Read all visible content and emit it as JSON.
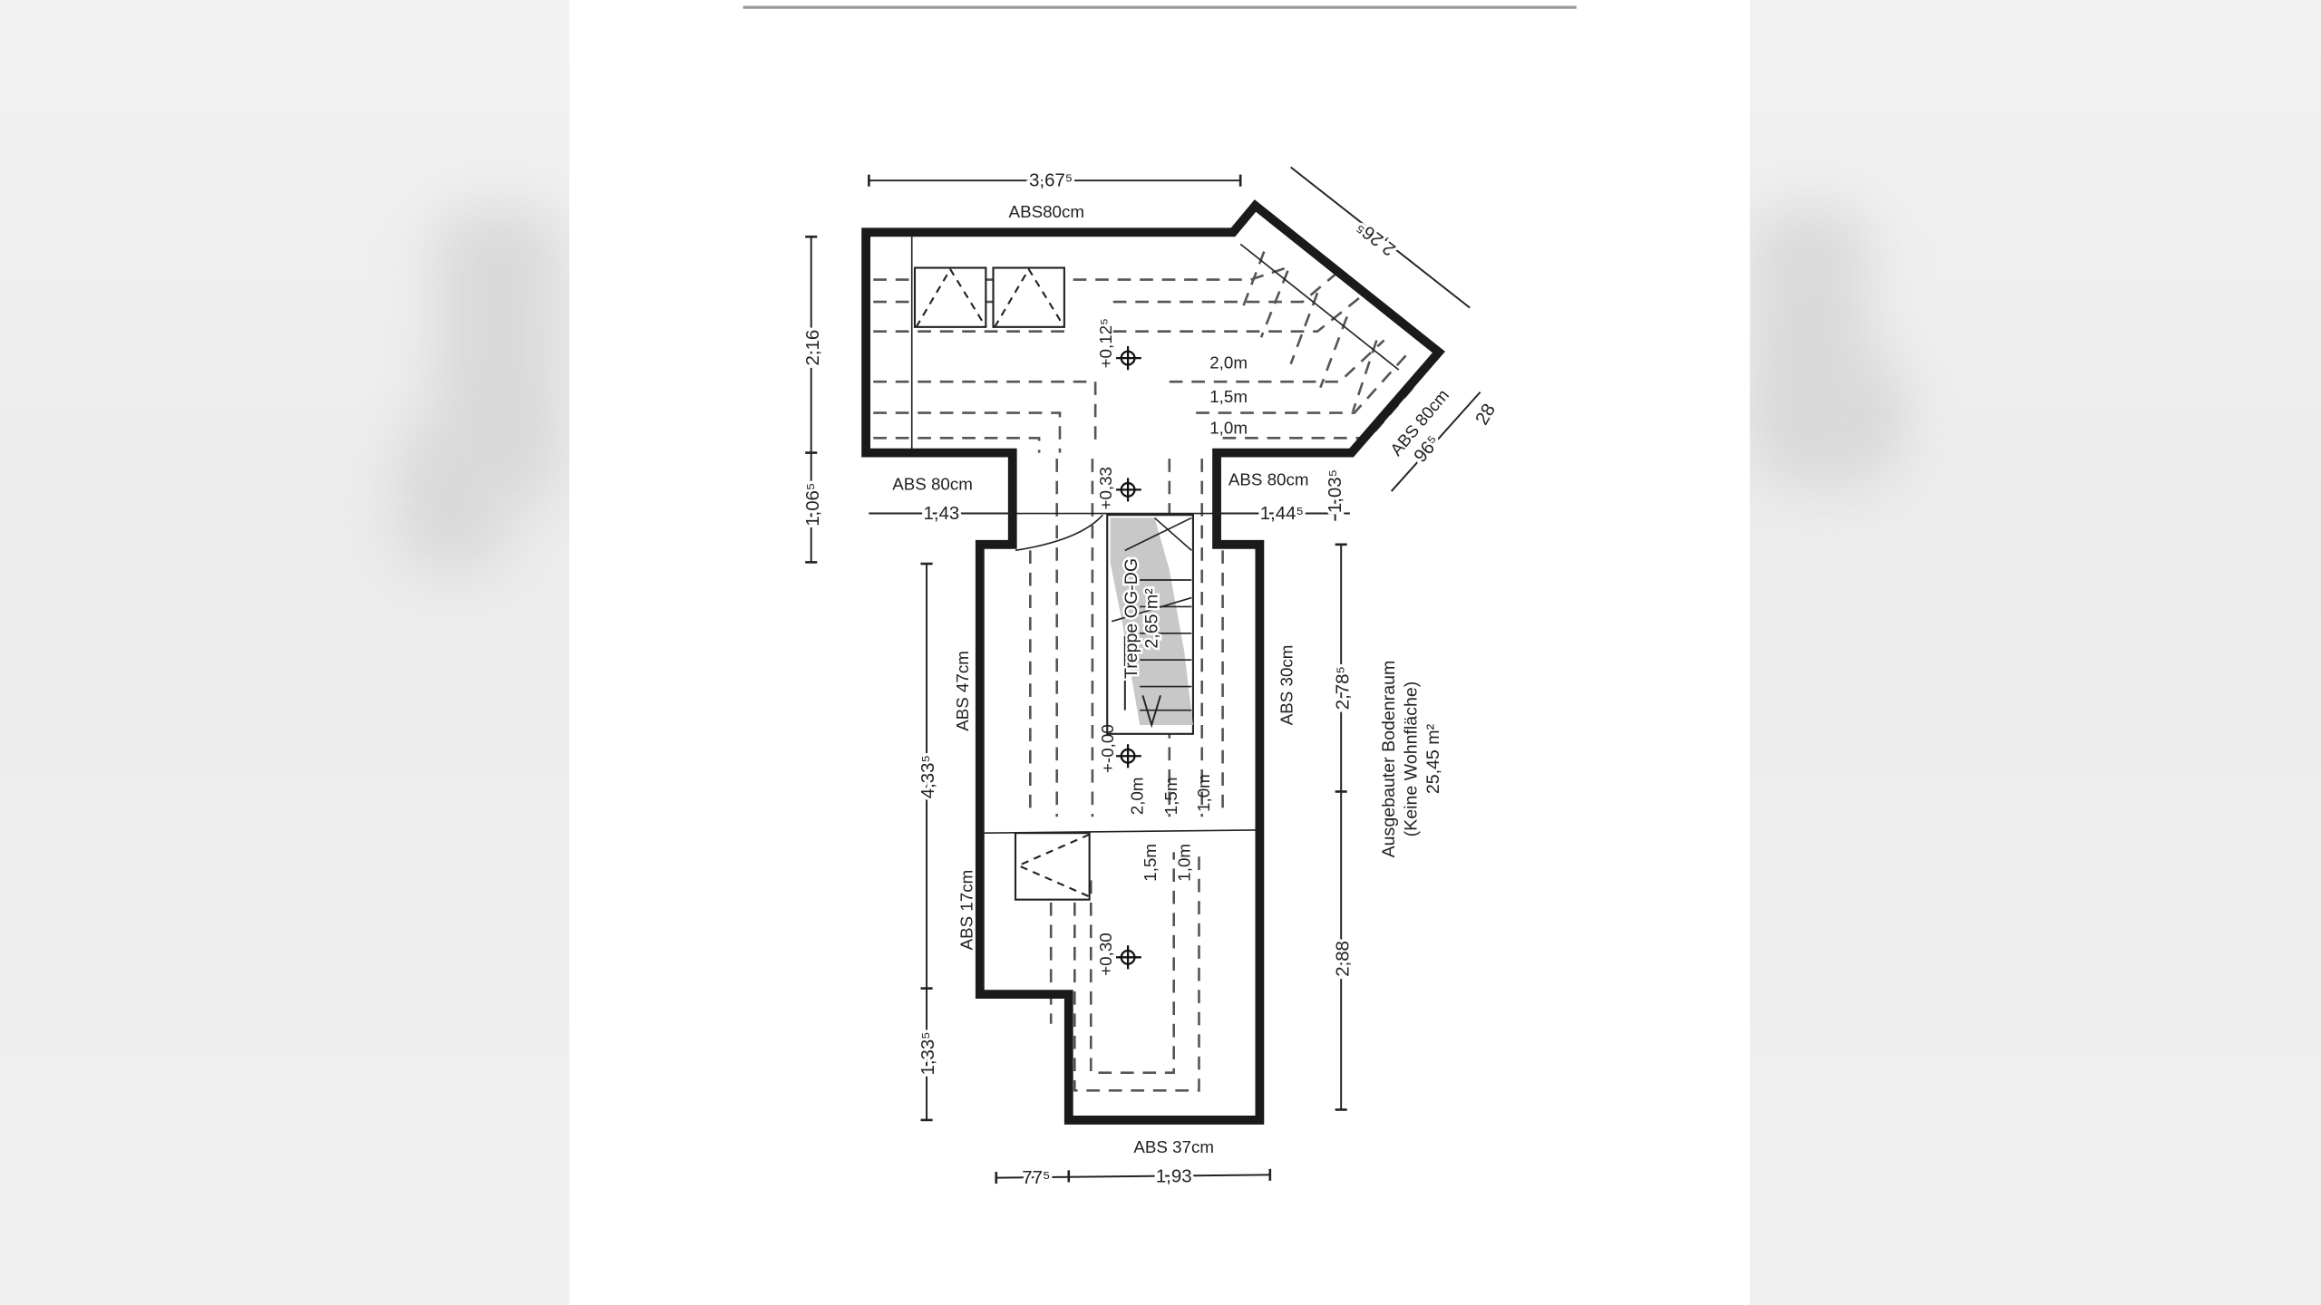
{
  "plan": {
    "dimensions": {
      "top_width": "3,67⁵",
      "diagonal": "2,26⁵",
      "left_upper": "2,16",
      "left_middle": "1,06⁵",
      "left_lower_a": "4,33⁵",
      "left_lower_b": "1,33⁵",
      "mid_left": "1,43",
      "mid_right": "1,44⁵",
      "mid_right_vertical": "1,03⁵",
      "right_upper": "2,78⁵",
      "right_lower": "2,88",
      "bottom_left": "77⁵",
      "bottom_right": "1,93",
      "diag_small_a": "96⁵",
      "diag_small_b": "28"
    },
    "abs_labels": {
      "top": "ABS80cm",
      "mid_left": "ABS 80cm",
      "mid_right": "ABS 80cm",
      "diagonal": "ABS 80cm",
      "left_upper": "ABS 47cm",
      "right": "ABS 30cm",
      "left_lower": "ABS 17cm",
      "bottom": "ABS 37cm"
    },
    "levels": {
      "top_room": "+0,12⁵",
      "corridor": "+0,33",
      "stair_base": "+-0,00",
      "lower_room": "+0,30"
    },
    "height_lines": {
      "top_2": "2,0m",
      "top_15": "1,5m",
      "top_1": "1,0m",
      "mid_2": "2,0m",
      "mid_15": "1,5m",
      "mid_1": "1,0m",
      "low_15": "1,5m",
      "low_1": "1,0m"
    },
    "stair": {
      "label": "Treppe OG-DG",
      "area": "2,65 m²"
    },
    "room": {
      "name": "Ausgebauter Bodenraum",
      "note": "(Keine Wohnfläche)",
      "area": "25,45 m²"
    },
    "colors": {
      "wall": "#1a1a1a",
      "stair_fill": "#c8c8c8",
      "dashed": "#555555"
    }
  }
}
